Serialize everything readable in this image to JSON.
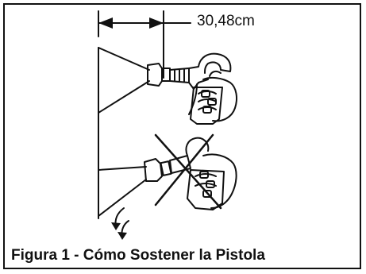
{
  "figure": {
    "dimension_label": "30,48cm",
    "caption": "Figura 1 - Cómo Sostener la Pistola"
  },
  "colors": {
    "ink": "#111111",
    "background": "#ffffff"
  },
  "panels": [
    {
      "name": "correct-grip",
      "crossed_out": false
    },
    {
      "name": "incorrect-grip",
      "crossed_out": true
    }
  ]
}
